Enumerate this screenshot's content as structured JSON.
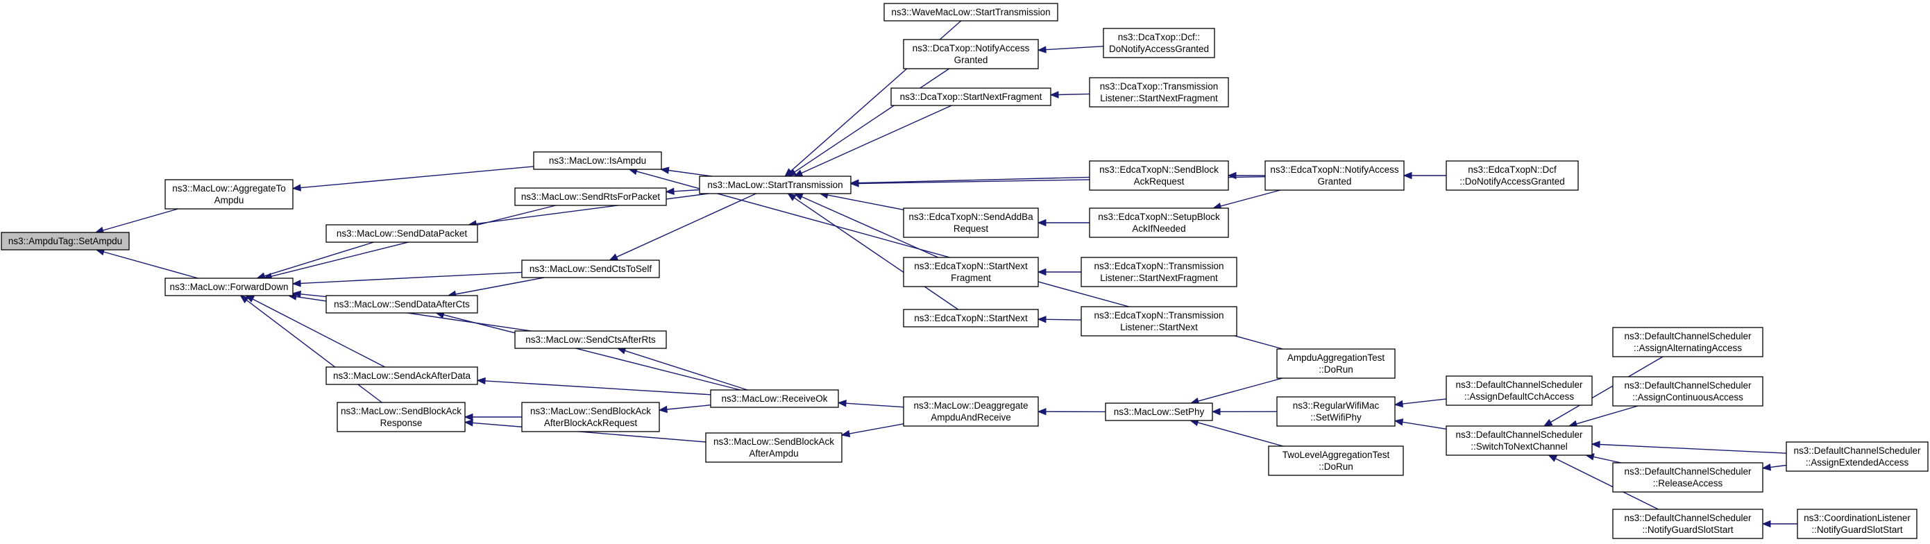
{
  "nodes": [
    {
      "id": "n0",
      "lines": [
        "ns3::AmpduTag::SetAmpdu"
      ],
      "root": true
    },
    {
      "id": "n1",
      "lines": [
        "ns3::MacLow::AggregateTo",
        "Ampdu"
      ]
    },
    {
      "id": "n2",
      "lines": [
        "ns3::MacLow::ForwardDown"
      ]
    },
    {
      "id": "n3",
      "lines": [
        "ns3::MacLow::IsAmpdu"
      ]
    },
    {
      "id": "n4",
      "lines": [
        "ns3::MacLow::SendRtsForPacket"
      ]
    },
    {
      "id": "n5",
      "lines": [
        "ns3::MacLow::SendDataPacket"
      ]
    },
    {
      "id": "n6",
      "lines": [
        "ns3::MacLow::SendCtsToSelf"
      ]
    },
    {
      "id": "n7",
      "lines": [
        "ns3::MacLow::SendDataAfterCts"
      ]
    },
    {
      "id": "n8",
      "lines": [
        "ns3::MacLow::SendCtsAfterRts"
      ]
    },
    {
      "id": "n9",
      "lines": [
        "ns3::MacLow::SendAckAfterData"
      ]
    },
    {
      "id": "n10",
      "lines": [
        "ns3::MacLow::SendBlockAck",
        "Response"
      ]
    },
    {
      "id": "n11",
      "lines": [
        "ns3::MacLow::SendBlockAck",
        "AfterBlockAckRequest"
      ]
    },
    {
      "id": "n12",
      "lines": [
        "ns3::MacLow::SendBlockAck",
        "AfterAmpdu"
      ]
    },
    {
      "id": "n13",
      "lines": [
        "ns3::MacLow::StartTransmission"
      ]
    },
    {
      "id": "n14",
      "lines": [
        "ns3::MacLow::ReceiveOk"
      ]
    },
    {
      "id": "n15",
      "lines": [
        "ns3::WaveMacLow::StartTransmission"
      ]
    },
    {
      "id": "n16",
      "lines": [
        "ns3::DcaTxop::NotifyAccess",
        "Granted"
      ]
    },
    {
      "id": "n17",
      "lines": [
        "ns3::DcaTxop::StartNextFragment"
      ]
    },
    {
      "id": "n18",
      "lines": [
        "ns3::EdcaTxopN::SendAddBa",
        "Request"
      ]
    },
    {
      "id": "n19",
      "lines": [
        "ns3::EdcaTxopN::StartNext",
        "Fragment"
      ]
    },
    {
      "id": "n20",
      "lines": [
        "ns3::EdcaTxopN::StartNext"
      ]
    },
    {
      "id": "n21",
      "lines": [
        "ns3::MacLow::Deaggregate",
        "AmpduAndReceive"
      ]
    },
    {
      "id": "n22",
      "lines": [
        "ns3::DcaTxop::Dcf::",
        "DoNotifyAccessGranted"
      ]
    },
    {
      "id": "n23",
      "lines": [
        "ns3::DcaTxop::Transmission",
        "Listener::StartNextFragment"
      ]
    },
    {
      "id": "n24",
      "lines": [
        "ns3::EdcaTxopN::SendBlock",
        "AckRequest"
      ]
    },
    {
      "id": "n25",
      "lines": [
        "ns3::EdcaTxopN::SetupBlock",
        "AckIfNeeded"
      ]
    },
    {
      "id": "n26",
      "lines": [
        "ns3::EdcaTxopN::Transmission",
        "Listener::StartNextFragment"
      ]
    },
    {
      "id": "n27",
      "lines": [
        "ns3::EdcaTxopN::Transmission",
        "Listener::StartNext"
      ]
    },
    {
      "id": "n28",
      "lines": [
        "ns3::MacLow::SetPhy"
      ]
    },
    {
      "id": "n29",
      "lines": [
        "ns3::EdcaTxopN::NotifyAccess",
        "Granted"
      ]
    },
    {
      "id": "n30",
      "lines": [
        "AmpduAggregationTest",
        "::DoRun"
      ]
    },
    {
      "id": "n31",
      "lines": [
        "ns3::RegularWifiMac",
        "::SetWifiPhy"
      ]
    },
    {
      "id": "n32",
      "lines": [
        "TwoLevelAggregationTest",
        "::DoRun"
      ]
    },
    {
      "id": "n33",
      "lines": [
        "ns3::EdcaTxopN::Dcf",
        "::DoNotifyAccessGranted"
      ]
    },
    {
      "id": "n34",
      "lines": [
        "ns3::DefaultChannelScheduler",
        "::AssignDefaultCchAccess"
      ]
    },
    {
      "id": "n35",
      "lines": [
        "ns3::DefaultChannelScheduler",
        "::SwitchToNextChannel"
      ]
    },
    {
      "id": "n36",
      "lines": [
        "ns3::DefaultChannelScheduler",
        "::AssignAlternatingAccess"
      ]
    },
    {
      "id": "n37",
      "lines": [
        "ns3::DefaultChannelScheduler",
        "::AssignContinuousAccess"
      ]
    },
    {
      "id": "n38",
      "lines": [
        "ns3::DefaultChannelScheduler",
        "::ReleaseAccess"
      ]
    },
    {
      "id": "n39",
      "lines": [
        "ns3::DefaultChannelScheduler",
        "::NotifyGuardSlotStart"
      ]
    },
    {
      "id": "n40",
      "lines": [
        "ns3::DefaultChannelScheduler",
        "::AssignExtendedAccess"
      ]
    },
    {
      "id": "n41",
      "lines": [
        "ns3::CoordinationListener",
        "::NotifyGuardSlotStart"
      ]
    }
  ],
  "edges": [
    {
      "from": "n1",
      "to": "n0"
    },
    {
      "from": "n2",
      "to": "n0"
    },
    {
      "from": "n3",
      "to": "n1"
    },
    {
      "from": "n4",
      "to": "n2"
    },
    {
      "from": "n5",
      "to": "n2"
    },
    {
      "from": "n6",
      "to": "n2"
    },
    {
      "from": "n7",
      "to": "n2"
    },
    {
      "from": "n8",
      "to": "n2"
    },
    {
      "from": "n9",
      "to": "n2"
    },
    {
      "from": "n10",
      "to": "n2"
    },
    {
      "from": "n13",
      "to": "n3"
    },
    {
      "from": "n30",
      "to": "n3"
    },
    {
      "from": "n13",
      "to": "n4"
    },
    {
      "from": "n13",
      "to": "n5"
    },
    {
      "from": "n13",
      "to": "n6"
    },
    {
      "from": "n6",
      "to": "n7"
    },
    {
      "from": "n14",
      "to": "n7"
    },
    {
      "from": "n14",
      "to": "n8"
    },
    {
      "from": "n14",
      "to": "n9"
    },
    {
      "from": "n11",
      "to": "n10"
    },
    {
      "from": "n12",
      "to": "n10"
    },
    {
      "from": "n14",
      "to": "n11"
    },
    {
      "from": "n21",
      "to": "n12"
    },
    {
      "from": "n15",
      "to": "n13"
    },
    {
      "from": "n16",
      "to": "n13"
    },
    {
      "from": "n17",
      "to": "n13"
    },
    {
      "from": "n24",
      "to": "n13"
    },
    {
      "from": "n29",
      "to": "n13"
    },
    {
      "from": "n18",
      "to": "n13"
    },
    {
      "from": "n19",
      "to": "n13"
    },
    {
      "from": "n20",
      "to": "n13"
    },
    {
      "from": "n21",
      "to": "n14"
    },
    {
      "from": "n22",
      "to": "n16"
    },
    {
      "from": "n23",
      "to": "n17"
    },
    {
      "from": "n25",
      "to": "n18"
    },
    {
      "from": "n26",
      "to": "n19"
    },
    {
      "from": "n27",
      "to": "n20"
    },
    {
      "from": "n28",
      "to": "n21"
    },
    {
      "from": "n29",
      "to": "n24"
    },
    {
      "from": "n29",
      "to": "n25"
    },
    {
      "from": "n33",
      "to": "n29"
    },
    {
      "from": "n30",
      "to": "n28"
    },
    {
      "from": "n31",
      "to": "n28"
    },
    {
      "from": "n32",
      "to": "n28"
    },
    {
      "from": "n34",
      "to": "n31"
    },
    {
      "from": "n35",
      "to": "n31"
    },
    {
      "from": "n36",
      "to": "n35"
    },
    {
      "from": "n37",
      "to": "n35"
    },
    {
      "from": "n40",
      "to": "n35"
    },
    {
      "from": "n38",
      "to": "n35"
    },
    {
      "from": "n39",
      "to": "n35"
    },
    {
      "from": "n40",
      "to": "n38"
    },
    {
      "from": "n41",
      "to": "n39"
    }
  ]
}
